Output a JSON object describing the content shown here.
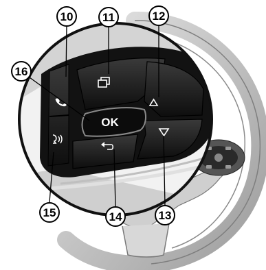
{
  "figure": {
    "callouts": [
      {
        "num": "10",
        "target": "left-column-buttons"
      },
      {
        "num": "11",
        "target": "source-button"
      },
      {
        "num": "12",
        "target": "up-arrow-button"
      },
      {
        "num": "13",
        "target": "down-arrow-button"
      },
      {
        "num": "14",
        "target": "back-button"
      },
      {
        "num": "15",
        "target": "voice-button"
      },
      {
        "num": "16",
        "target": "ok-button"
      }
    ],
    "buttons": {
      "ok_label": "OK",
      "source_icon": "stacked-squares-icon",
      "up_icon": "triangle-up-icon",
      "down_icon": "triangle-down-icon",
      "back_icon": "return-arrow-icon",
      "voice_icon": "voice-recognition-icon",
      "phone_icon": "phone-icon"
    },
    "colors": {
      "lens_border": "#111111",
      "button_face": "#1a1a1a",
      "wheel_light": "#d9d9d9",
      "wheel_dark": "#9a9a9a"
    }
  }
}
